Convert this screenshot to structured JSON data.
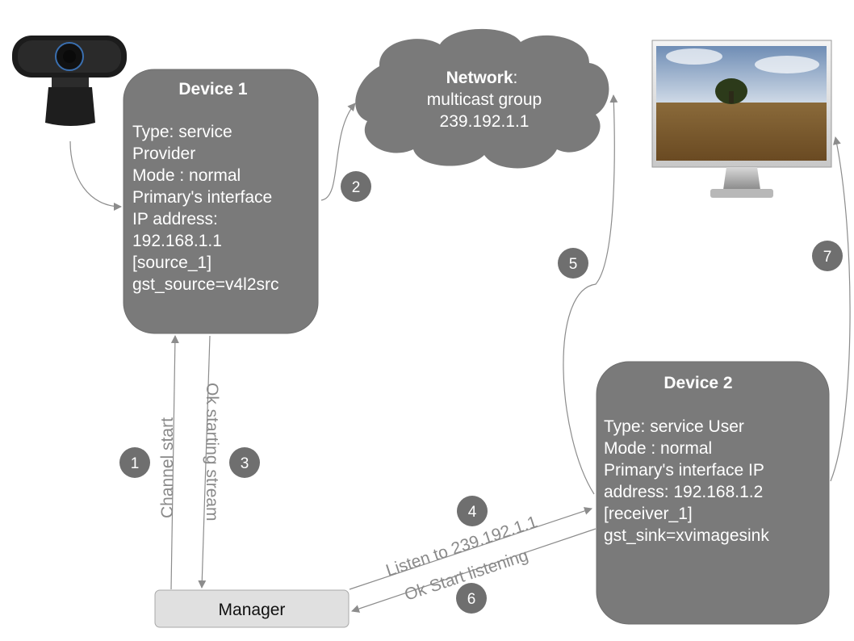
{
  "device1": {
    "title": "Device 1",
    "lines": [
      "Type: service",
      "Provider",
      "Mode : normal",
      "Primary's interface",
      "IP address:",
      "192.168.1.1",
      "[source_1]",
      "gst_source=v4l2src"
    ]
  },
  "device2": {
    "title": "Device 2",
    "lines": [
      "Type: service User",
      "Mode : normal",
      "Primary's interface IP",
      "address: 192.168.1.2",
      "[receiver_1]",
      "gst_sink=xvimagesink"
    ]
  },
  "network": {
    "title": "Network",
    "title_suffix": ":",
    "lines": [
      "multicast group",
      "239.192.1.1"
    ]
  },
  "manager": {
    "label": "Manager"
  },
  "edge_labels": {
    "channel_start": "Channel start",
    "ok_starting_stream": "Ok starting stream",
    "listen_to": "Listen to 239.192.1.1",
    "ok_start_listening": "Ok Start listening"
  },
  "steps": [
    "1",
    "2",
    "3",
    "4",
    "5",
    "6",
    "7"
  ],
  "colors": {
    "box_fill": "#7a7a7a",
    "box_stroke": "#6e6e6e",
    "step_fill": "#6f6f6f",
    "manager_fill": "#e0e0e0",
    "edge": "#8c8c8c"
  },
  "icons": {
    "camera": "webcam-icon",
    "monitor": "monitor-icon"
  }
}
